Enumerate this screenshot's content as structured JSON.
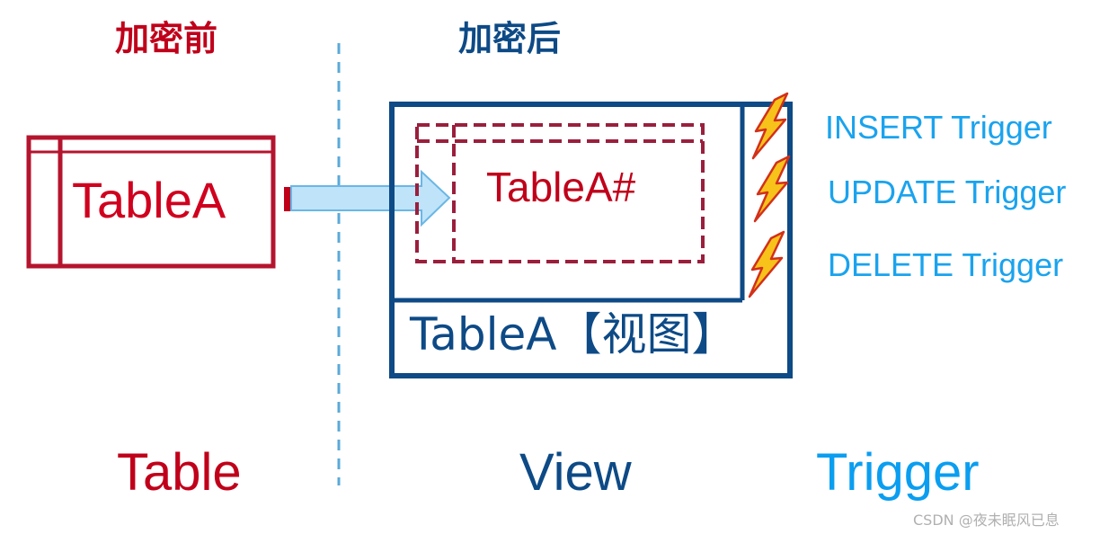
{
  "headings": {
    "before": "加密前",
    "after": "加密后"
  },
  "table": {
    "name": "TableA"
  },
  "view": {
    "inner_table_name": "TableA#",
    "view_name": "TableA【视图】"
  },
  "triggers": [
    {
      "label": "INSERT Trigger"
    },
    {
      "label": "UPDATE Trigger"
    },
    {
      "label": "DELETE Trigger"
    }
  ],
  "bottom_labels": {
    "table": "Table",
    "view": "View",
    "trigger": "Trigger"
  },
  "watermark": "CSDN @夜未眠风已息",
  "colors": {
    "table_red": "#b5142e",
    "text_red": "#c0001a",
    "view_blue": "#0d4a86",
    "trigger_blue": "#1aa3ee",
    "inner_dashed": "#9a1f3c",
    "arrow_fill": "#bfe3f8",
    "arrow_stroke": "#6ab7e6",
    "divider": "#5aa9d9",
    "bolt_fill": "#f7c21a",
    "bolt_stroke": "#d2301a"
  },
  "icons": [
    "lightning-bolt-icon",
    "right-arrow-icon"
  ]
}
